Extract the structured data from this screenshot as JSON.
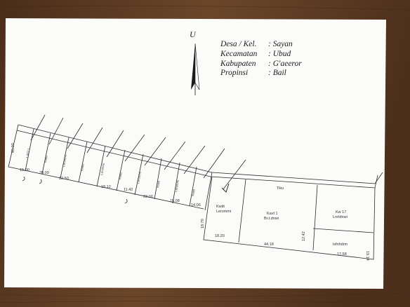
{
  "map_header": {
    "north_label": "U",
    "rows": [
      {
        "label": "Desa / Kel.",
        "value": ": Sayan"
      },
      {
        "label": "Kecamatan",
        "value": ": Ubud"
      },
      {
        "label": "Kabupaten",
        "value": ": G'aeeror"
      },
      {
        "label": "Propinsi",
        "value": ": Bail"
      }
    ]
  },
  "plot_labels": {
    "road": "Tiku",
    "parcel_a": "Kavt 1\nBr.t.dnwi",
    "parcel_b": "Kw 17\nLnrtdnwi",
    "small_parcel": "Kwitt\nLersmmi",
    "bottom_right": "lsfnhdrm"
  },
  "dimensions": [
    "15.00",
    "20.00",
    "22.50",
    "18.12",
    "11.42",
    "23.00",
    "15.08",
    "14.06",
    "18.20",
    "44.18",
    "17.58",
    "19.14",
    "12.42",
    "18.70",
    "65.00"
  ],
  "colors": {
    "table": "#5a3a22",
    "paper": "#fbfbfa",
    "ink": "#2a2a2a"
  }
}
